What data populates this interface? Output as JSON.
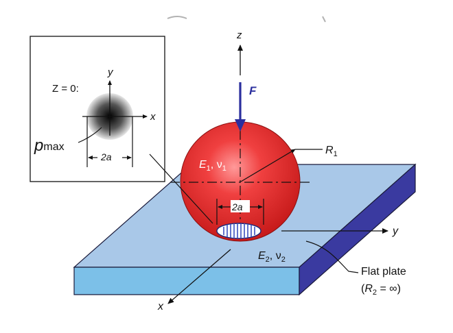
{
  "inset": {
    "plane_label": "Z = 0:",
    "axis_y": "y",
    "axis_x": "x",
    "pmax_p": "p",
    "pmax_sub": "max",
    "width_label": "2a"
  },
  "main": {
    "axis_z": "z",
    "force_label": "F",
    "sphere_E": "E",
    "sphere_E_sub": "1",
    "sphere_nu": "ν",
    "sphere_nu_sub": "1",
    "radius_R": "R",
    "radius_sub": "1",
    "contact_width": "2a",
    "axis_y": "y",
    "axis_x": "x",
    "plate_E": "E",
    "plate_E_sub": "2",
    "plate_nu": "ν",
    "plate_nu_sub": "2",
    "plate_title": "Flat plate",
    "plate_radius_open": "(",
    "plate_radius_R": "R",
    "plate_radius_sub": "2",
    "plate_radius_eq": " = ∞)"
  },
  "colors": {
    "plate_top": "#a9c8e8",
    "plate_front": "#7cc0e8",
    "plate_side": "#3a3aa0",
    "sphere": "#e22222",
    "force_arrow": "#2b2f9e",
    "contact_fill": "#7a8fd8"
  }
}
